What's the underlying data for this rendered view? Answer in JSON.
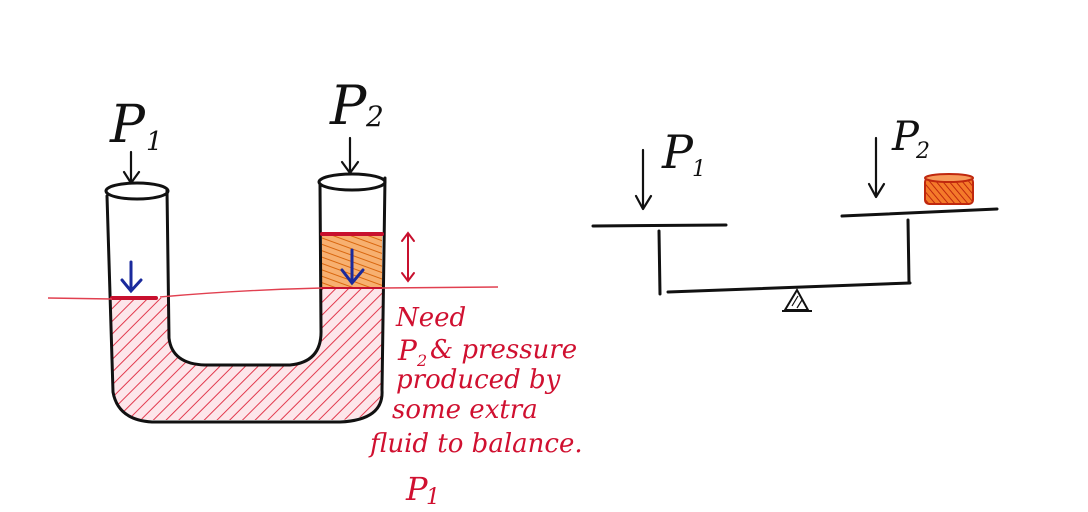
{
  "labels": {
    "left_p1": "P",
    "left_p1_sub": "1",
    "left_p2": "P",
    "left_p2_sub": "2",
    "right_p1": "P",
    "right_p1_sub": "1",
    "right_p2": "P",
    "right_p2_sub": "2"
  },
  "note": {
    "line1": "Need",
    "line2_p": "P",
    "line2_sub": "2",
    "line2_rest": "& pressure",
    "line3": "produced by",
    "line4": "some extra",
    "line5": "fluid to balance.",
    "line6_p": "P",
    "line6_sub": "1"
  },
  "colors": {
    "ink": "#111111",
    "red_ink": "#c8102e",
    "fluid_hatch": "#e23a4e",
    "extra_fluid": "#ee8a2a",
    "arrow_blue": "#1a2a9c",
    "weight_red": "#f06a1c"
  }
}
